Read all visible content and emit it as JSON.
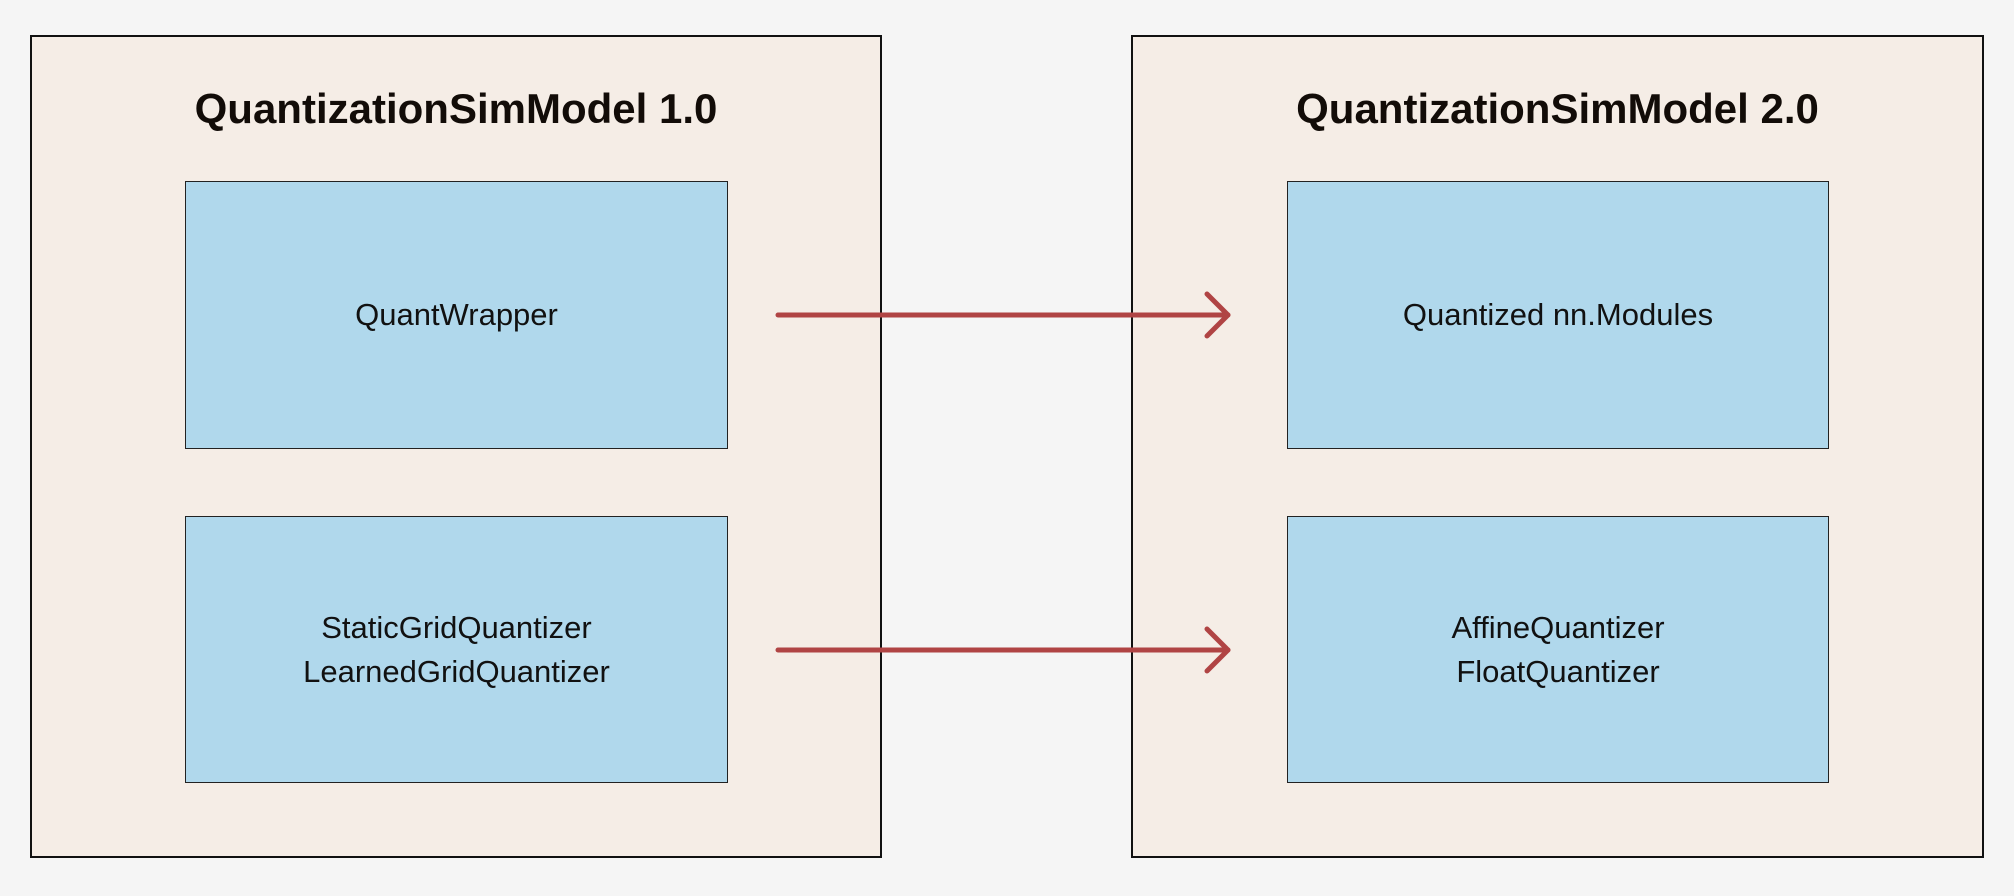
{
  "colors": {
    "background": "#f5f5f5",
    "container": "#f5ede6",
    "component": "#b0d8ec",
    "arrow": "#b04444"
  },
  "left": {
    "title": "QuantizationSimModel 1.0",
    "top_box": [
      "QuantWrapper"
    ],
    "bottom_box": [
      "StaticGridQuantizer",
      "LearnedGridQuantizer"
    ]
  },
  "right": {
    "title": "QuantizationSimModel 2.0",
    "top_box": [
      "Quantized nn.Modules"
    ],
    "bottom_box": [
      "AffineQuantizer",
      "FloatQuantizer"
    ]
  }
}
